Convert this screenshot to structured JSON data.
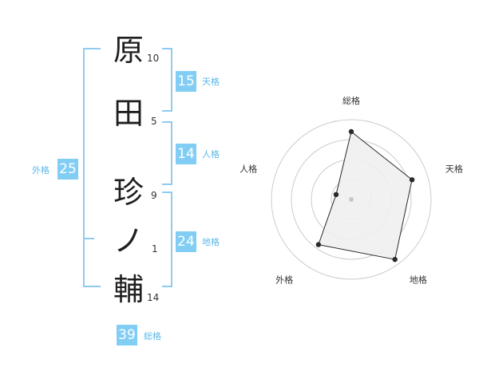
{
  "name": {
    "chars": [
      "原",
      "田",
      "珍",
      "ノ",
      "輔"
    ],
    "strokes": [
      "10",
      "5",
      "9",
      "1",
      "14"
    ]
  },
  "kaku": {
    "tenkaku": {
      "value": "15",
      "label": "天格"
    },
    "jinkaku": {
      "value": "14",
      "label": "人格"
    },
    "chikaku": {
      "value": "24",
      "label": "地格"
    },
    "gaikaku": {
      "value": "25",
      "label": "外格"
    },
    "soukaku": {
      "value": "39",
      "label": "総格"
    }
  },
  "chart_data": {
    "type": "radar",
    "axes": [
      "総格",
      "天格",
      "地格",
      "外格",
      "人格"
    ],
    "values": [
      0.85,
      0.8,
      0.93,
      0.7,
      0.2
    ],
    "range": [
      0,
      1
    ],
    "rings": 4,
    "colors": {
      "fill": "#efefef",
      "stroke": "#2a2a2a",
      "grid": "#cccccc",
      "center": "#c8c8c8"
    }
  },
  "colors": {
    "accent": "#82cdf4",
    "bracket": "#8fcbf0",
    "label": "#5cb8e8"
  }
}
